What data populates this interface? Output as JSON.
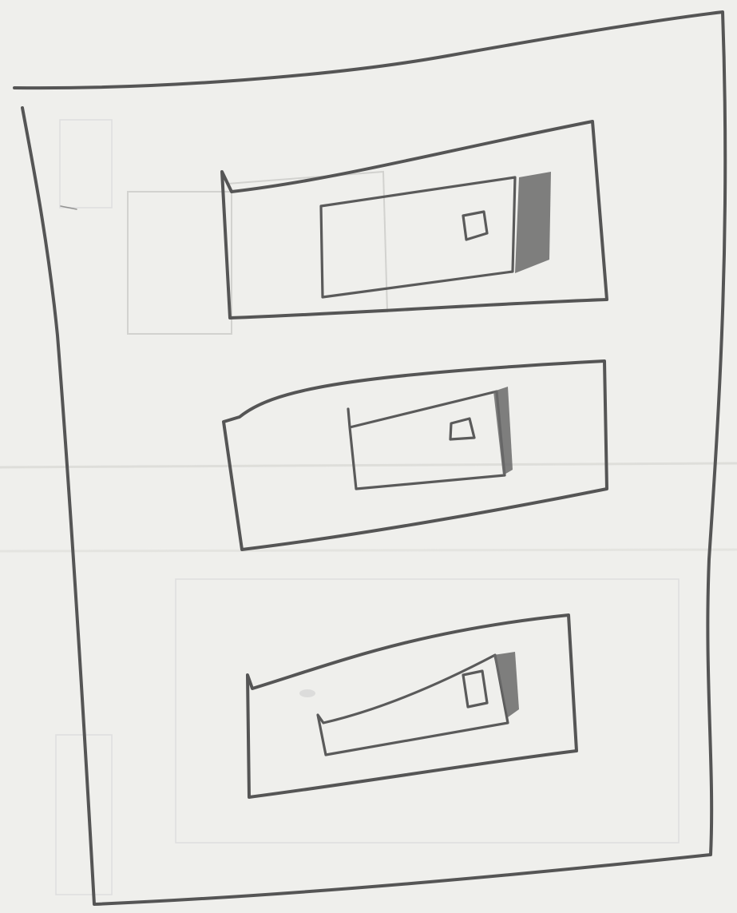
{
  "drawing": {
    "medium": "pencil on paper",
    "frame_count": 1,
    "panel_count": 3,
    "panels": [
      {
        "shaded_edge": true,
        "small_square": true
      },
      {
        "shaded_edge": true,
        "small_square": true
      },
      {
        "shaded_edge": true,
        "small_square": true
      }
    ]
  },
  "colors": {
    "paper": "#f1f1ef",
    "pencil": "#555555"
  }
}
